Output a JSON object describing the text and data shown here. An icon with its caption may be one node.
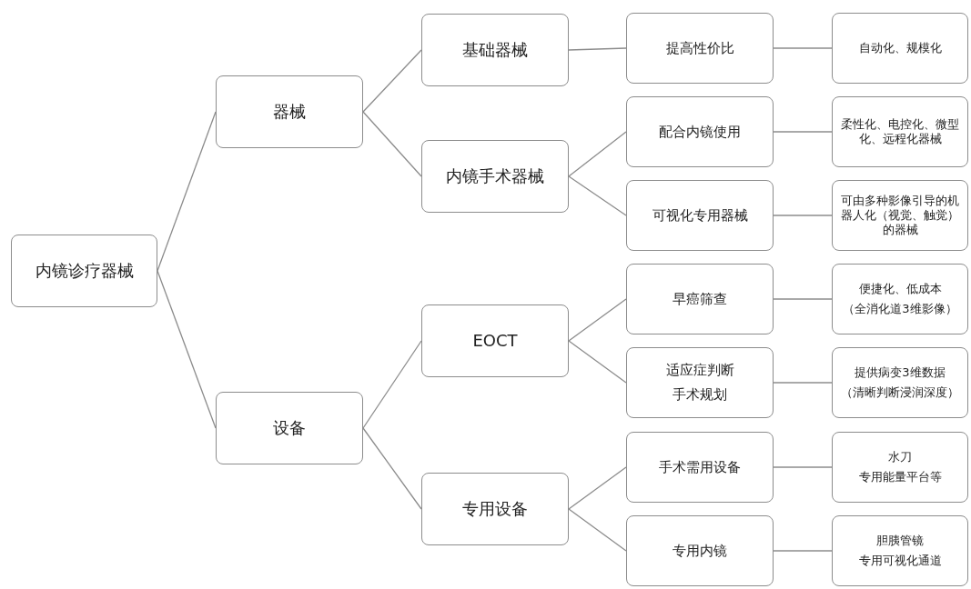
{
  "diagram": {
    "nodes": [
      {
        "text": [
          "内镜诊疗器械"
        ]
      },
      {
        "text": [
          "器械"
        ]
      },
      {
        "text": [
          "基础器械"
        ]
      },
      {
        "text": [
          "提高性价比"
        ]
      },
      {
        "text": [
          "自动化、规模化"
        ]
      },
      {
        "text": [
          "内镜手术器械"
        ]
      },
      {
        "text": [
          "配合内镜使用"
        ]
      },
      {
        "text": [
          "柔性化、电控化、微型化、远程化器械"
        ]
      },
      {
        "text": [
          "可视化专用器械"
        ]
      },
      {
        "text": [
          "可由多种影像引导的机器人化（视觉、触觉）的器械"
        ]
      },
      {
        "text": [
          "设备"
        ]
      },
      {
        "text": [
          "EOCT"
        ]
      },
      {
        "text": [
          "早癌筛查"
        ]
      },
      {
        "text": [
          "便捷化、低成本",
          "（全消化道3维影像）"
        ]
      },
      {
        "text": [
          "适应症判断",
          "手术规划"
        ]
      },
      {
        "text": [
          "提供病变3维数据",
          "（清晰判断浸润深度）"
        ]
      },
      {
        "text": [
          "专用设备"
        ]
      },
      {
        "text": [
          "手术需用设备"
        ]
      },
      {
        "text": [
          "水刀",
          "专用能量平台等"
        ]
      },
      {
        "text": [
          "专用内镜"
        ]
      },
      {
        "text": [
          "胆胰管镜",
          "专用可视化通道"
        ]
      }
    ],
    "edges": [
      {
        "from": 0,
        "to": 1,
        "arrow": "none"
      },
      {
        "from": 0,
        "to": 10,
        "arrow": "none"
      },
      {
        "from": 1,
        "to": 2,
        "arrow": "none"
      },
      {
        "from": 1,
        "to": 5,
        "arrow": "none"
      },
      {
        "from": 2,
        "to": 3,
        "arrow": "none"
      },
      {
        "from": 3,
        "to": 4,
        "arrow": "none"
      },
      {
        "from": 5,
        "to": 6,
        "arrow": "none"
      },
      {
        "from": 5,
        "to": 8,
        "arrow": "none"
      },
      {
        "from": 6,
        "to": 7,
        "arrow": "none"
      },
      {
        "from": 8,
        "to": 9,
        "arrow": "none"
      },
      {
        "from": 10,
        "to": 11,
        "arrow": "none"
      },
      {
        "from": 10,
        "to": 16,
        "arrow": "none"
      },
      {
        "from": 11,
        "to": 12,
        "arrow": "none"
      },
      {
        "from": 11,
        "to": 14,
        "arrow": "none"
      },
      {
        "from": 12,
        "to": 13,
        "arrow": "none"
      },
      {
        "from": 14,
        "to": 15,
        "arrow": "none"
      },
      {
        "from": 16,
        "to": 17,
        "arrow": "none"
      },
      {
        "from": 16,
        "to": 19,
        "arrow": "none"
      },
      {
        "from": 17,
        "to": 18,
        "arrow": "none"
      },
      {
        "from": 19,
        "to": 20,
        "arrow": "none"
      }
    ]
  }
}
